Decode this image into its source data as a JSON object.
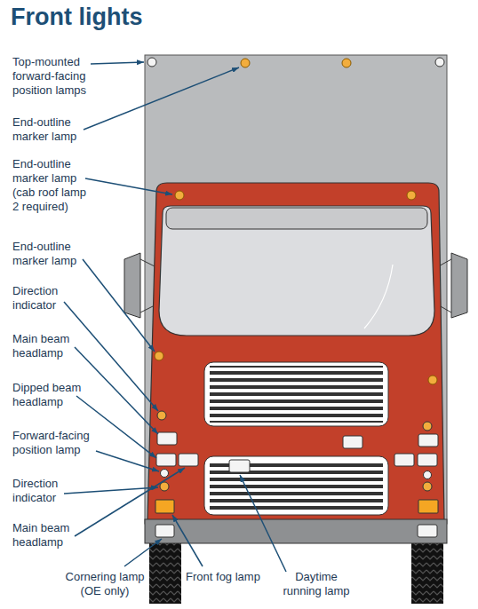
{
  "diagram": {
    "title": "Front lights",
    "labels": [
      "Top-mounted forward-facing position lamps",
      "End-outline marker lamp",
      "End-outline marker lamp (cab roof lamp 2 required)",
      "End-outline marker lamp",
      "Direction indicator",
      "Main beam headlamp",
      "Dipped beam headlamp",
      "Forward-facing position lamp",
      "Direction indicator",
      "Main beam headlamp",
      "Cornering lamp (OE only)",
      "Front fog lamp",
      "Daytime running lamp"
    ]
  }
}
